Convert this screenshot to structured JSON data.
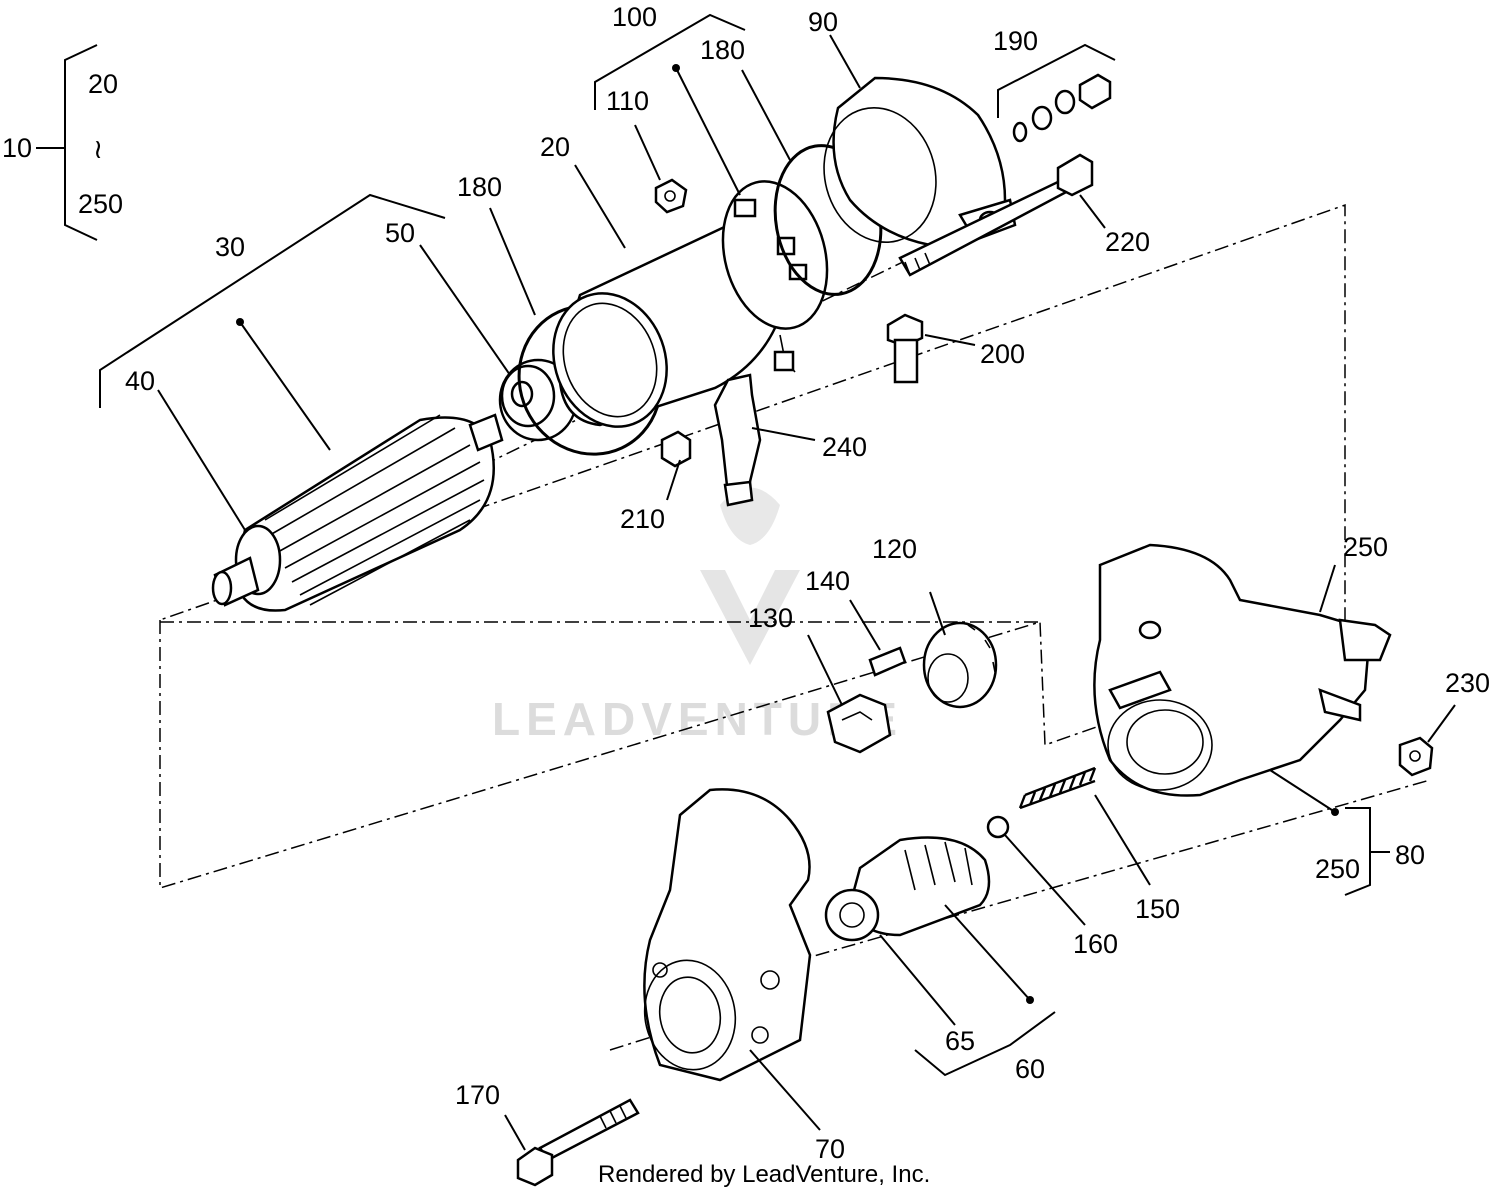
{
  "callouts": {
    "c10": "10",
    "c20a": "20",
    "c250a": "250",
    "c30": "30",
    "c40": "40",
    "c50": "50",
    "c180a": "180",
    "c20b": "20",
    "c110": "110",
    "c100": "100",
    "c180b": "180",
    "c90": "90",
    "c190": "190",
    "c220": "220",
    "c200": "200",
    "c240": "240",
    "c210": "210",
    "c120": "120",
    "c140": "140",
    "c130": "130",
    "c250b": "250",
    "c230": "230",
    "c250c": "250",
    "c80": "80",
    "c150": "150",
    "c160": "160",
    "c65": "65",
    "c60": "60",
    "c70": "70",
    "c170": "170"
  },
  "range_symbol": "≀",
  "watermark": {
    "text": "LEADVENTURE",
    "color": "#d9d9d9"
  },
  "footer": {
    "text": "Rendered by LeadVenture, Inc."
  }
}
